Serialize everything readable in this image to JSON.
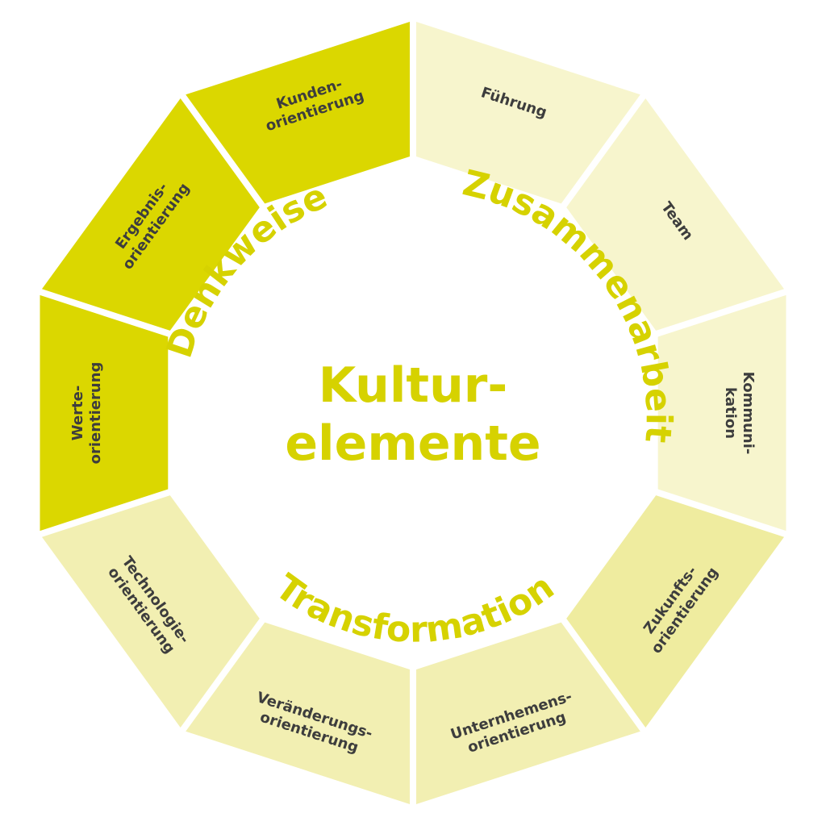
{
  "center": {
    "lines": [
      "Kultur-",
      "elemente"
    ]
  },
  "colors": {
    "denkweise": "#dbd700",
    "zusammenarbeit": "#f7f5cd",
    "transformation_light": "#f2efb2",
    "transformation_mid": "#efec9f",
    "label_text": "#3d3d3d",
    "heading": "#d6d200",
    "background": "#ffffff"
  },
  "groups": [
    {
      "id": "denkweise",
      "label": "Denkweise"
    },
    {
      "id": "zusammenarbeit",
      "label": "Zusammenarbeit"
    },
    {
      "id": "transformation",
      "label": "Transformation"
    }
  ],
  "segments": [
    {
      "id": "fuehrung",
      "group": "zusammenarbeit",
      "color_key": "zusammenarbeit",
      "lines": [
        "Führung"
      ]
    },
    {
      "id": "team",
      "group": "zusammenarbeit",
      "color_key": "zusammenarbeit",
      "lines": [
        "Team"
      ]
    },
    {
      "id": "kommunikation",
      "group": "zusammenarbeit",
      "color_key": "zusammenarbeit",
      "lines": [
        "Kommuni-",
        "kation"
      ]
    },
    {
      "id": "zukunftsorientierung",
      "group": "transformation",
      "color_key": "transformation_mid",
      "lines": [
        "Zukunfts-",
        "orientierung"
      ]
    },
    {
      "id": "unternehmensorientierung",
      "group": "transformation",
      "color_key": "transformation_light",
      "lines": [
        "Unternhemens-",
        "orientierung"
      ]
    },
    {
      "id": "veraenderungsorientierung",
      "group": "transformation",
      "color_key": "transformation_light",
      "lines": [
        "Veränderungs-",
        "orientierung"
      ]
    },
    {
      "id": "technologieorientierung",
      "group": "transformation",
      "color_key": "transformation_light",
      "lines": [
        "Technologie-",
        "orientierung"
      ]
    },
    {
      "id": "werteorientierung",
      "group": "denkweise",
      "color_key": "denkweise",
      "lines": [
        "Werte-",
        "orientierung"
      ]
    },
    {
      "id": "ergebnisorientierung",
      "group": "denkweise",
      "color_key": "denkweise",
      "lines": [
        "Ergebnis-",
        "orientierung"
      ]
    },
    {
      "id": "kundenorientierung",
      "group": "denkweise",
      "color_key": "denkweise",
      "lines": [
        "Kunden-",
        "orientierung"
      ]
    }
  ]
}
